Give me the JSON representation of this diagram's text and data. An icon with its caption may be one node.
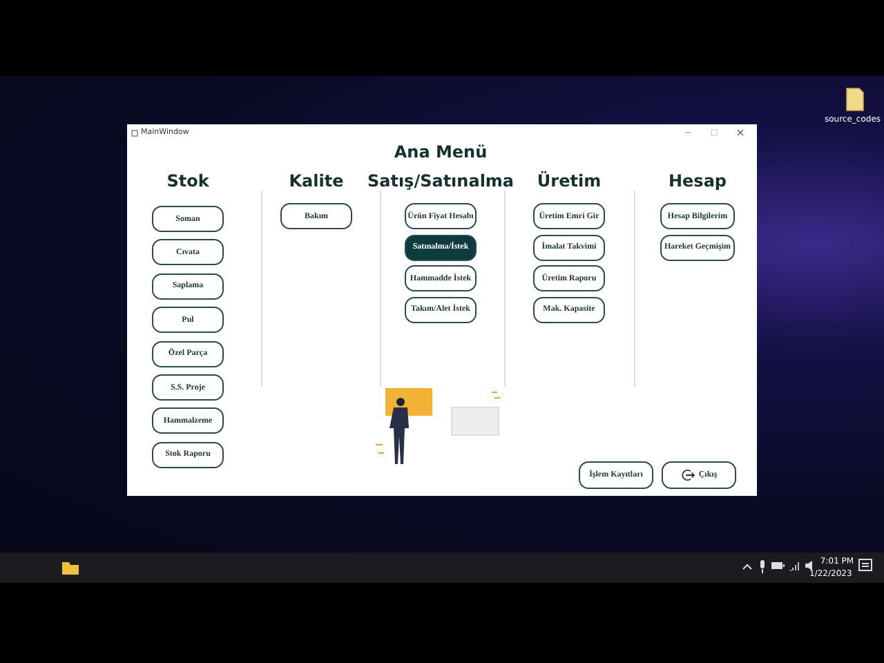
{
  "diagram": {
    "title": "Ana Menü",
    "nodes": [
      {
        "text": [
          "MainWindow"
        ]
      },
      {
        "text": [
          "Stok"
        ],
        "in": 0
      },
      {
        "text": [
          "Soman"
        ],
        "in": 1
      },
      {
        "text": [
          "Cıvata"
        ],
        "in": 1
      },
      {
        "text": [
          "Saplama"
        ],
        "in": 1
      },
      {
        "text": [
          "Pul"
        ],
        "in": 1
      },
      {
        "text": [
          "Özel Parça"
        ],
        "in": 1
      },
      {
        "text": [
          "S.S. Proje"
        ],
        "in": 1
      },
      {
        "text": [
          "Hammalzeme"
        ],
        "in": 1
      },
      {
        "text": [
          "Stok Raporu"
        ],
        "in": 1
      },
      {
        "text": [
          "Kalite"
        ],
        "in": 0
      },
      {
        "text": [
          "Bakım"
        ],
        "in": 10
      },
      {
        "text": [
          "Satış/Satınalma"
        ],
        "in": 0
      },
      {
        "text": [
          "Ürün Fiyat Hesabı"
        ],
        "in": 12
      },
      {
        "text": [
          "Satınalma/İstek"
        ],
        "in": 12
      },
      {
        "text": [
          "Hammadde İstek"
        ],
        "in": 12
      },
      {
        "text": [
          "Takım/Alet İstek"
        ],
        "in": 12
      },
      {
        "text": [
          "Üretim"
        ],
        "in": 0
      },
      {
        "text": [
          "Üretim Emri Gir"
        ],
        "in": 17
      },
      {
        "text": [
          "İmalat Takvimi"
        ],
        "in": 17
      },
      {
        "text": [
          "Üretim Raporu"
        ],
        "in": 17
      },
      {
        "text": [
          "Mak. Kapasite"
        ],
        "in": 17
      },
      {
        "text": [
          "Hesap"
        ],
        "in": 0
      },
      {
        "text": [
          "Hesap Bilgilerim"
        ],
        "in": 22
      },
      {
        "text": [
          "Hareket Geçmişim"
        ],
        "in": 22
      },
      {
        "text": [
          "İşlem Kayıtları"
        ],
        "in": 0
      },
      {
        "text": [
          "Çıkış"
        ],
        "in": 0
      }
    ],
    "edges": [],
    "labels": [
      "source_codes",
      "7:01 PM",
      "1/22/2023"
    ]
  }
}
